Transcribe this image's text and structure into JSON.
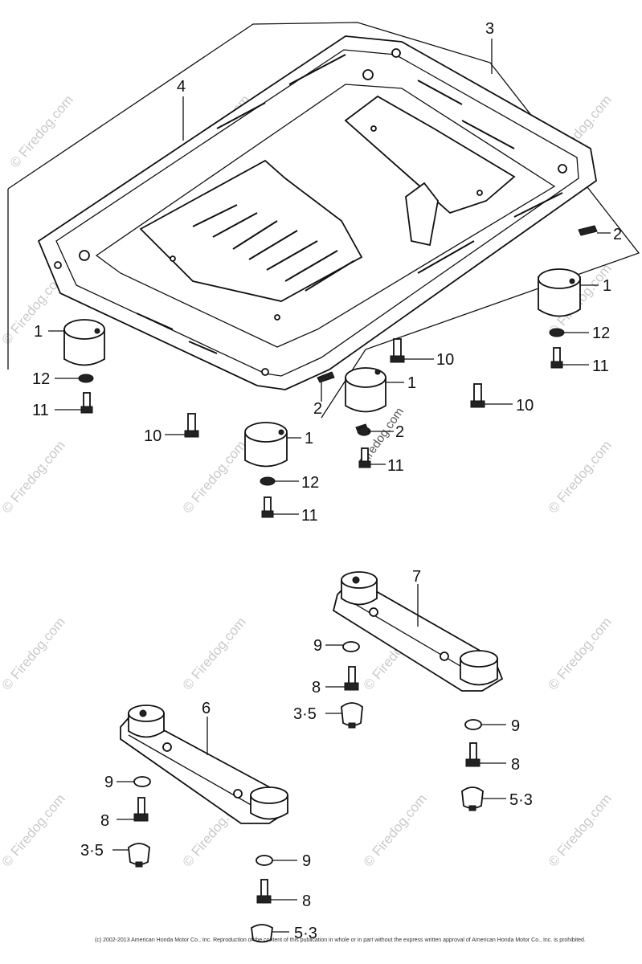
{
  "callouts": {
    "c3_top": "3",
    "c4": "4",
    "c2_right": "2",
    "c1_right": "1",
    "c12_right": "12",
    "c11_right": "11",
    "c10_center": "10",
    "c1_center": "1",
    "c10_right": "10",
    "c2_center": "2",
    "c11_center": "11",
    "c1_left": "1",
    "c12_left": "12",
    "c11_left": "11",
    "c2_lower": "2",
    "c10_left": "10",
    "c1_lower": "1",
    "c12_lower": "12",
    "c11_lower": "11",
    "c7": "7",
    "c9_a": "9",
    "c8_a": "8",
    "c35_a": "3·5",
    "c9_b": "9",
    "c8_b": "8",
    "c53_a": "5·3",
    "c6": "6",
    "c9_c": "9",
    "c8_c": "8",
    "c35_b": "3·5",
    "c9_d": "9",
    "c8_d": "8",
    "c53_b": "5·3"
  },
  "watermark": {
    "text": "© Firedog.com",
    "center_text": "Firedog.com"
  },
  "copyright": "(c) 2002-2013 American Honda Motor Co., Inc. Reproduction of the content of this publication in whole or in part without the express written approval of American Honda Motor Co., Inc. is prohibited."
}
